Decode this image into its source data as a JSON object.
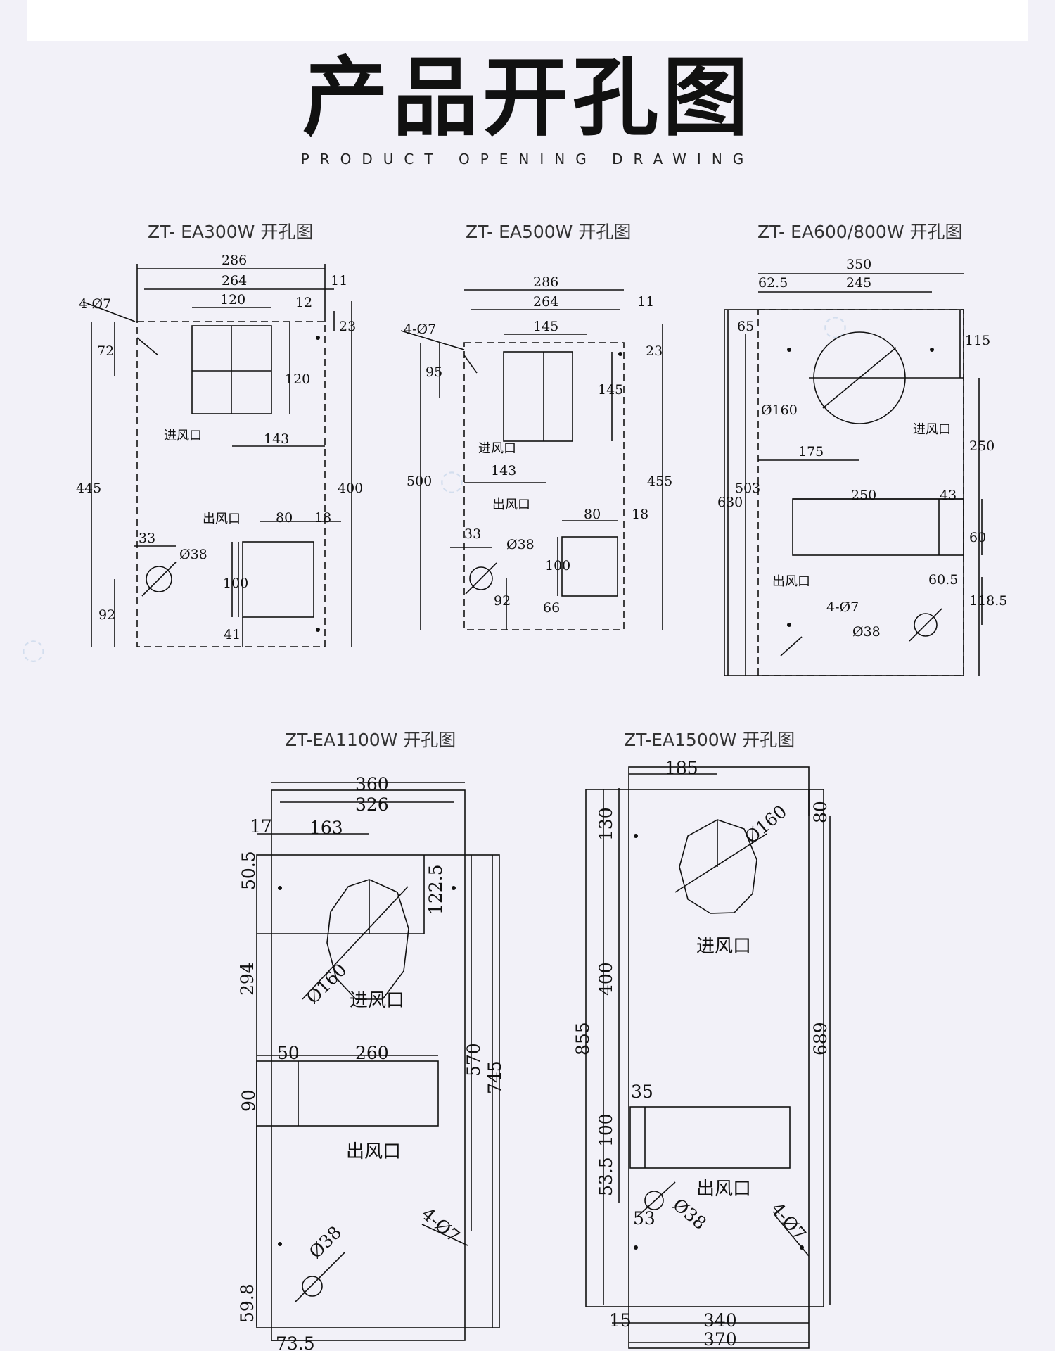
{
  "page": {
    "title": "产品开孔图",
    "subtitle": "PRODUCT OPENING DRAWING"
  },
  "drawings": [
    {
      "title": "ZT- EA300W 开孔图",
      "dims": [
        "286",
        "264",
        "11",
        "120",
        "12",
        "23",
        "72",
        "120",
        "143",
        "445",
        "400",
        "80",
        "18",
        "33",
        "Ø38",
        "100",
        "92",
        "41"
      ],
      "holes": "4-Ø7",
      "inlet_label": "进风口",
      "outlet_label": "出风口"
    },
    {
      "title": "ZT- EA500W 开孔图",
      "dims": [
        "286",
        "264",
        "11",
        "145",
        "23",
        "95",
        "145",
        "143",
        "500",
        "455",
        "80",
        "18",
        "33",
        "Ø38",
        "100",
        "92",
        "66"
      ],
      "holes": "4-Ø7",
      "inlet_label": "进风口",
      "outlet_label": "出风口"
    },
    {
      "title": "ZT- EA600/800W 开孔图",
      "dims": [
        "350",
        "62.5",
        "245",
        "65",
        "115",
        "Ø160",
        "175",
        "250",
        "630",
        "503",
        "250",
        "43",
        "60",
        "60.5",
        "118.5",
        "Ø38"
      ],
      "holes": "4-Ø7",
      "inlet_label": "进风口",
      "outlet_label": "出风口"
    },
    {
      "title": "ZT-EA1100W 开孔图",
      "dims": [
        "360",
        "326",
        "17",
        "163",
        "50.5",
        "122.5",
        "Ø160",
        "294",
        "50",
        "260",
        "90",
        "570",
        "745",
        "Ø38",
        "59.8",
        "73.5"
      ],
      "holes": "4-Ø7",
      "inlet_label": "进风口",
      "outlet_label": "出风口"
    },
    {
      "title": "ZT-EA1500W 开孔图",
      "dims": [
        "185",
        "130",
        "80",
        "Ø160",
        "400",
        "855",
        "689",
        "35",
        "100",
        "53.5",
        "53",
        "Ø38",
        "15",
        "340",
        "370"
      ],
      "holes": "4-Ø7",
      "inlet_label": "进风口",
      "outlet_label": "出风口"
    }
  ]
}
